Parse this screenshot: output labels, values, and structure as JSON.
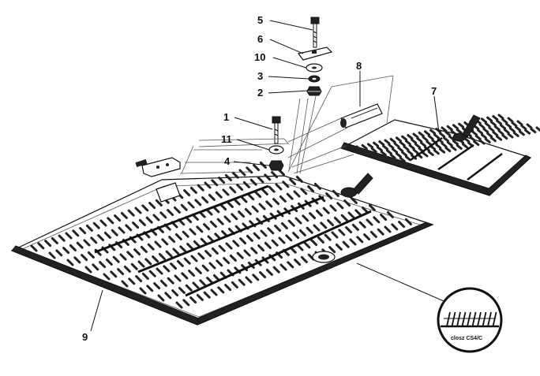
{
  "diagram": {
    "callouts": [
      {
        "id": "5",
        "label": "5"
      },
      {
        "id": "6",
        "label": "6"
      },
      {
        "id": "10",
        "label": "10"
      },
      {
        "id": "3",
        "label": "3"
      },
      {
        "id": "2",
        "label": "2"
      },
      {
        "id": "8",
        "label": "8"
      },
      {
        "id": "7",
        "label": "7"
      },
      {
        "id": "1",
        "label": "1"
      },
      {
        "id": "11",
        "label": "11"
      },
      {
        "id": "4",
        "label": "4"
      },
      {
        "id": "9",
        "label": "9"
      }
    ],
    "inset": {
      "label": "closz CS4/C"
    }
  }
}
